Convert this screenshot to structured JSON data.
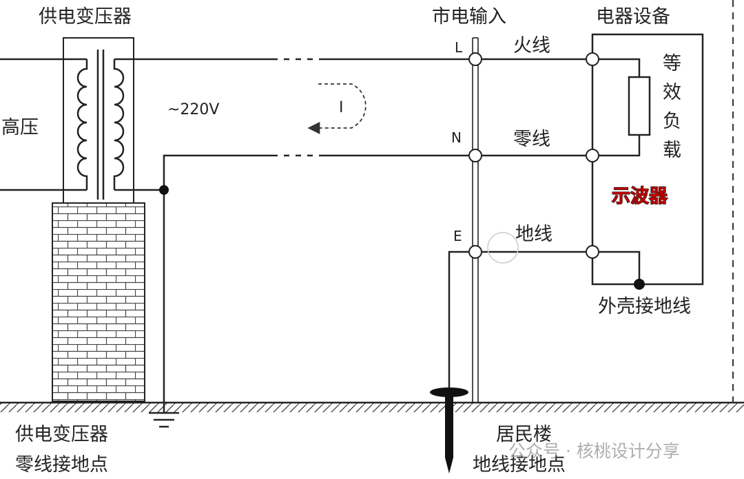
{
  "labels": {
    "transformer_title": "供电变压器",
    "high_voltage": "高压",
    "voltage": "~220V",
    "current": "I",
    "mains_input": "市电输入",
    "appliance": "电器设备",
    "terminal_l": "L",
    "terminal_n": "N",
    "terminal_e": "E",
    "live_wire": "火线",
    "neutral_wire": "零线",
    "earth_wire": "地线",
    "equivalent_load": [
      "等",
      "效",
      "负",
      "载"
    ],
    "oscilloscope": "示波器",
    "casing_ground": "外壳接地线",
    "transformer_ground": [
      "供电变压器",
      "零线接地点"
    ],
    "building_ground": [
      "居民楼",
      "地线接地点"
    ],
    "watermark": "公众号 · 核桃设计分享"
  },
  "colors": {
    "oscilloscope": "#c00000",
    "line": "#222222"
  }
}
